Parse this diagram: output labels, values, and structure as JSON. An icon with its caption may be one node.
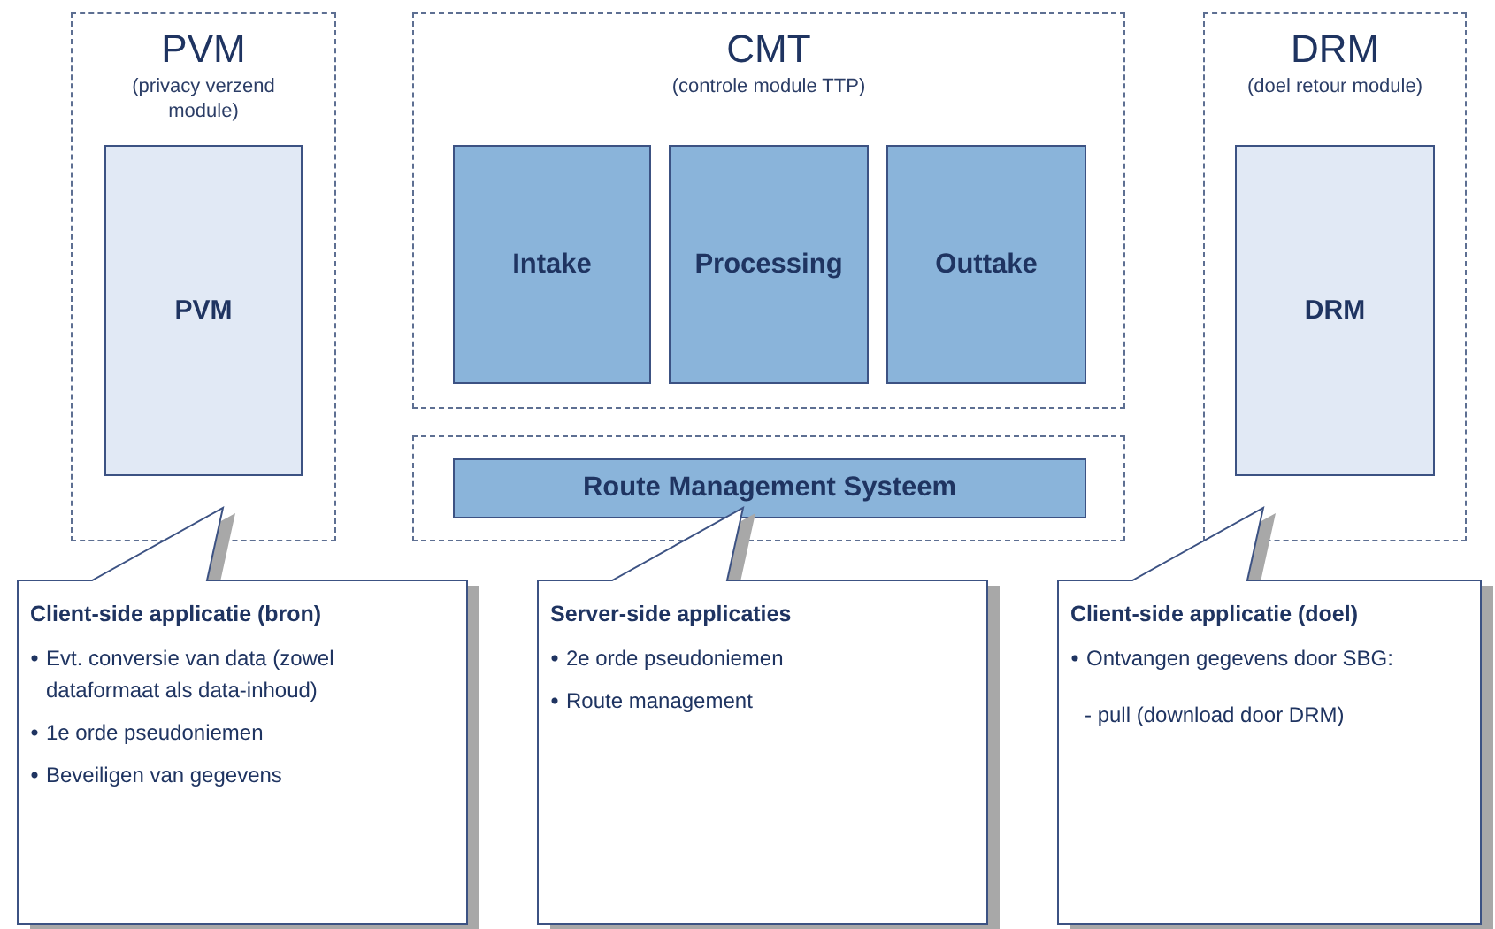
{
  "diagram": {
    "nodes": [
      {
        "text": [
          "PVM",
          "(privacy verzend module)"
        ]
      },
      {
        "text": [
          "PVM"
        ],
        "in": 0
      },
      {
        "text": [
          "CMT",
          "(controle module TTP)"
        ]
      },
      {
        "text": [
          "Intake"
        ],
        "in": 2
      },
      {
        "text": [
          "Processing"
        ],
        "in": 2
      },
      {
        "text": [
          "Outtake"
        ],
        "in": 2
      },
      {
        "text": [],
        "shape": "box"
      },
      {
        "text": [
          "Route Management Systeem"
        ],
        "in": 6
      },
      {
        "text": [
          "DRM",
          "(doel retour module)"
        ]
      },
      {
        "text": [
          "DRM"
        ],
        "in": 8
      },
      {
        "text": [
          "Client-side applicatie (bron)",
          "Evt. conversie van data (zowel dataformaat als data-inhoud)",
          "1e orde pseudoniemen",
          "Beveiligen van gegevens"
        ]
      },
      {
        "text": [
          "Server-side applicaties",
          "2e orde pseudoniemen",
          "Route management"
        ]
      },
      {
        "text": [
          "Client-side applicatie (doel)",
          "Ontvangen gegevens door SBG:",
          "- pull (download door DRM)"
        ]
      }
    ]
  }
}
